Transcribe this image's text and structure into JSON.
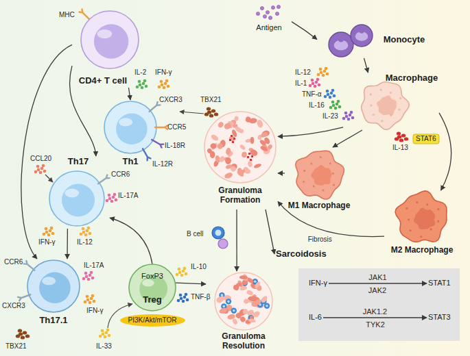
{
  "diagram": {
    "nodes": [
      {
        "text": [
          "CD4+ T cell"
        ]
      },
      {
        "text": [
          "Th1"
        ]
      },
      {
        "text": [
          "Th17"
        ]
      },
      {
        "text": [
          "Th17.1"
        ]
      },
      {
        "text": [
          "FoxP3",
          "Treg"
        ]
      },
      {
        "text": [
          "PI3K/Akt/mTOR"
        ]
      },
      {
        "text": [
          "Antigen"
        ]
      },
      {
        "text": [
          "Monocyte"
        ]
      },
      {
        "text": [
          "Macrophage"
        ]
      },
      {
        "text": [
          "STAT6"
        ]
      },
      {
        "text": [
          "M1 Macrophage"
        ]
      },
      {
        "text": [
          "M2 Macrophage"
        ]
      },
      {
        "text": [
          "Granuloma Formation"
        ]
      },
      {
        "text": [
          "Sarcoidosis"
        ]
      },
      {
        "text": [
          "Granuloma Resolution"
        ]
      },
      {
        "text": [
          "IFN-γ"
        ]
      },
      {
        "text": [
          "STAT1"
        ]
      },
      {
        "text": [
          "IL-6"
        ]
      },
      {
        "text": [
          "STAT3"
        ]
      }
    ],
    "edges": [
      {
        "from": 0,
        "to": 1,
        "arrow": "to"
      },
      {
        "from": 0,
        "to": 2,
        "arrow": "to"
      },
      {
        "from": 0,
        "to": 3,
        "arrow": "to"
      },
      {
        "from": 2,
        "to": 3,
        "arrow": "to"
      },
      {
        "from": 4,
        "to": 2,
        "arrow": "to"
      },
      {
        "from": 4,
        "to": 14,
        "arrow": "to"
      },
      {
        "from": 6,
        "to": 7,
        "arrow": "to"
      },
      {
        "from": 7,
        "to": 8,
        "arrow": "to"
      },
      {
        "from": 8,
        "to": 12,
        "arrow": "to"
      },
      {
        "from": 8,
        "to": 10,
        "arrow": "to"
      },
      {
        "from": 8,
        "to": 11,
        "arrow": "to"
      },
      {
        "from": 10,
        "to": 12,
        "arrow": "to"
      },
      {
        "from": 11,
        "to": 12,
        "label": "Fibrosis",
        "arrow": "to"
      },
      {
        "from": 12,
        "to": 13,
        "arrow": "to"
      },
      {
        "from": 12,
        "to": 14,
        "arrow": "to"
      },
      {
        "from": 15,
        "to": 16,
        "label": "JAK1",
        "arrow": "to"
      },
      {
        "from": 17,
        "to": 18,
        "label": "JAK1.2",
        "arrow": "to"
      }
    ],
    "labels": [
      "MHC",
      "IL-2",
      "IFN-γ",
      "CXCR3",
      "CCR5",
      "IL-18R",
      "IL-12R",
      "TBX21",
      "CCL20",
      "CCR6",
      "IL-17A",
      "IFN-γ",
      "IL-12",
      "CCR6",
      "CXCR3",
      "TBX21",
      "IL-17A",
      "IFN-γ",
      "IL-10",
      "TNF-β",
      "IL-33",
      "IL-12",
      "IL-1",
      "TNF-α",
      "IL-16",
      "IL-23",
      "IL-13",
      "B cell",
      "JAK2",
      "TYK2"
    ]
  }
}
